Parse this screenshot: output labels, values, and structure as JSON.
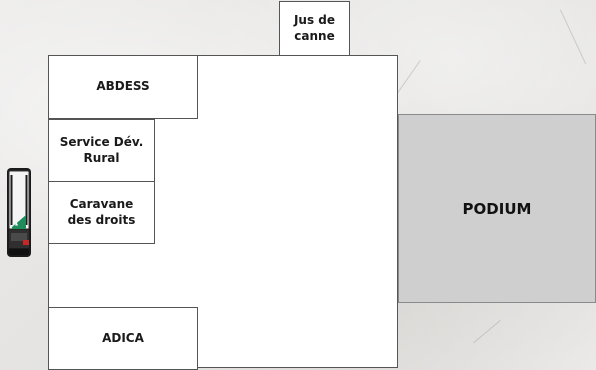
{
  "stands": {
    "jus_de_canne": "Jus de canne",
    "abdess": "ABDESS",
    "service_dev_rural": "Service Dév. Rural",
    "caravane_des_droits": "Caravane des droits",
    "adica": "ADICA"
  },
  "podium": {
    "label": "PODIUM",
    "color": "#cfcfcf"
  },
  "vehicle": {
    "icon": "truck-icon",
    "accent_color": "#1f8a5a"
  }
}
